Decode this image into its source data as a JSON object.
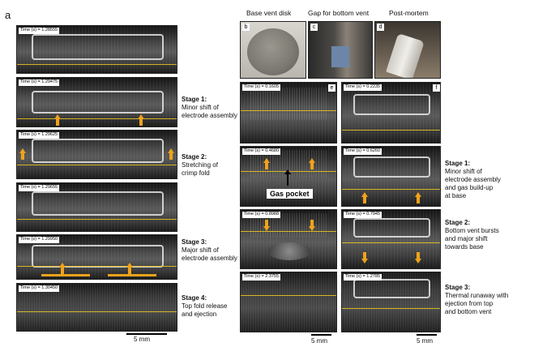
{
  "panel_a": {
    "letter": "a",
    "frames": [
      {
        "time": "Time (s) = 1.28555"
      },
      {
        "time": "Time (s) = 1.29475"
      },
      {
        "time": "Time (s) = 1.29625"
      },
      {
        "time": "Time (s) = 1.29655"
      },
      {
        "time": "Time (s) = 1.29950"
      },
      {
        "time": "Time (s) = 1.30450"
      }
    ],
    "stages": [
      {
        "title": "Stage 1:",
        "lines": [
          "Minor shift of",
          "electrode assembly"
        ]
      },
      {
        "title": "Stage 2:",
        "lines": [
          "Stretching of",
          "crimp fold"
        ]
      },
      {
        "title": "Stage 3:",
        "lines": [
          "Major shift of",
          "electrode assembly"
        ]
      },
      {
        "title": "Stage 4:",
        "lines": [
          "Top fold release",
          "and ejection"
        ]
      }
    ],
    "scale": "5 mm"
  },
  "photos": {
    "b": {
      "letter": "b",
      "title": "Base vent disk"
    },
    "c": {
      "letter": "c",
      "title": "Gap for bottom vent"
    },
    "d": {
      "letter": "d",
      "title": "Post-mortem"
    }
  },
  "panel_e": {
    "letter": "e",
    "frames": [
      {
        "time": "Time (s) = 0.1605"
      },
      {
        "time": "Time (s) = 0.4680"
      },
      {
        "time": "Time (s) = 0.8988"
      },
      {
        "time": "Time (s) = 2.3755"
      }
    ],
    "annotation": "Gas pocket",
    "scale": "5 mm"
  },
  "panel_f": {
    "letter": "f",
    "frames": [
      {
        "time": "Time (s) = 0.2235"
      },
      {
        "time": "Time (s) = 0.6260"
      },
      {
        "time": "Time (s) = 0.7945"
      },
      {
        "time": "Time (s) = 1.2785"
      }
    ],
    "stages": [
      {
        "title": "Stage 1:",
        "lines": [
          "Minor shift of",
          "electrode assembly",
          "and gas build-up",
          "at base"
        ]
      },
      {
        "title": "Stage 2:",
        "lines": [
          "Bottom vent bursts",
          "and major shift",
          "towards base"
        ]
      },
      {
        "title": "Stage 3:",
        "lines": [
          "Thermal runaway with",
          "ejection from top",
          "and bottom vent"
        ]
      }
    ],
    "scale": "5 mm"
  },
  "colors": {
    "arrow": "#f0a21b",
    "guide_line": "#e6c21f"
  }
}
